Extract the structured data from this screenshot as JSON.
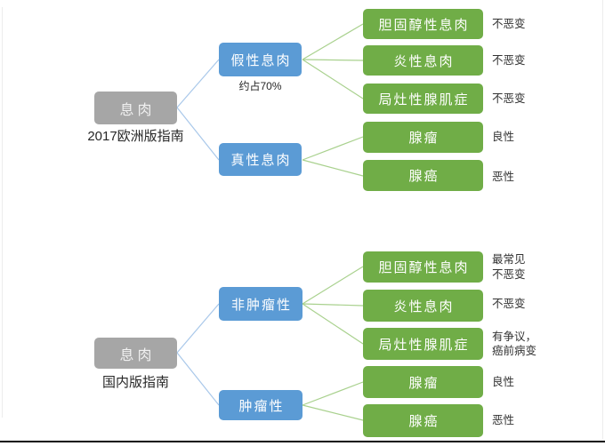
{
  "colors": {
    "root_box": "#a6a6a6",
    "branch_box": "#5b9bd5",
    "leaf_box": "#70ad47",
    "blue_connector": "#a9c8ea",
    "green_connector": "#a9d18e",
    "bottom_rule": "#0a0a0a"
  },
  "sections": [
    {
      "id": "european-guideline",
      "root": {
        "label": "息肉",
        "caption": "2017欧洲版指南"
      },
      "branches": [
        {
          "label": "假性息肉",
          "note": "约占70%",
          "leaves": [
            {
              "label": "胆固醇性息肉",
              "annotation": "不恶变"
            },
            {
              "label": "炎性息肉",
              "annotation": "不恶变"
            },
            {
              "label": "局灶性腺肌症",
              "annotation": "不恶变"
            }
          ]
        },
        {
          "label": "真性息肉",
          "note": "",
          "leaves": [
            {
              "label": "腺瘤",
              "annotation": "良性"
            },
            {
              "label": "腺癌",
              "annotation": "恶性"
            }
          ]
        }
      ]
    },
    {
      "id": "domestic-guideline",
      "root": {
        "label": "息肉",
        "caption": "国内版指南"
      },
      "branches": [
        {
          "label": "非肿瘤性",
          "note": "",
          "leaves": [
            {
              "label": "胆固醇性息肉",
              "annotation": "最常见\n不恶变"
            },
            {
              "label": "炎性息肉",
              "annotation": "不恶变"
            },
            {
              "label": "局灶性腺肌症",
              "annotation": "有争议，\n癌前病变"
            }
          ]
        },
        {
          "label": "肿瘤性",
          "note": "",
          "leaves": [
            {
              "label": "腺瘤",
              "annotation": "良性"
            },
            {
              "label": "腺癌",
              "annotation": "恶性"
            }
          ]
        }
      ]
    }
  ]
}
